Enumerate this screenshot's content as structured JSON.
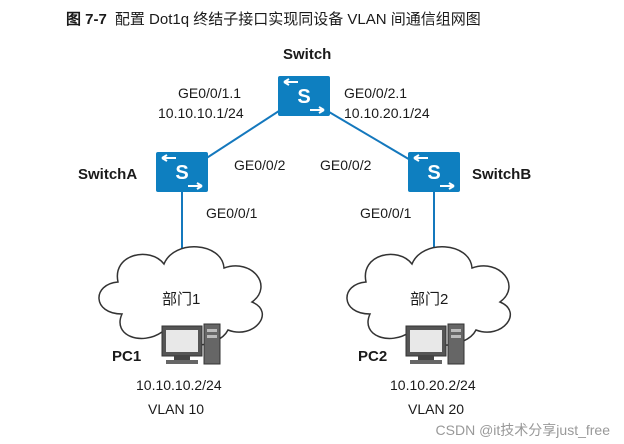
{
  "title": {
    "fig_no": "图 7-7",
    "caption": "配置 Dot1q 终结子接口实现同设备 VLAN 间通信组网图"
  },
  "devices": {
    "core": {
      "name": "Switch",
      "port_left": "GE0/0/1.1",
      "ip_left": "10.10.10.1/24",
      "port_right": "GE0/0/2.1",
      "ip_right": "10.10.20.1/24"
    },
    "switch_a": {
      "name": "SwitchA",
      "port_up": "GE0/0/2",
      "port_down": "GE0/0/1"
    },
    "switch_b": {
      "name": "SwitchB",
      "port_up": "GE0/0/2",
      "port_down": "GE0/0/1"
    }
  },
  "departments": [
    {
      "name": "部门1",
      "pc": "PC1",
      "ip": "10.10.10.2/24",
      "vlan": "VLAN 10"
    },
    {
      "name": "部门2",
      "pc": "PC2",
      "ip": "10.10.20.2/24",
      "vlan": "VLAN 20"
    }
  ],
  "icons": {
    "switch": "switch-icon",
    "pc": "pc-icon",
    "cloud": "cloud-icon"
  },
  "colors": {
    "switch_fill": "#0e7fc0",
    "link": "#1478bd",
    "cloud_fill": "#ffffff",
    "cloud_stroke": "#333333"
  },
  "watermark": "CSDN @it技术分享just_free"
}
